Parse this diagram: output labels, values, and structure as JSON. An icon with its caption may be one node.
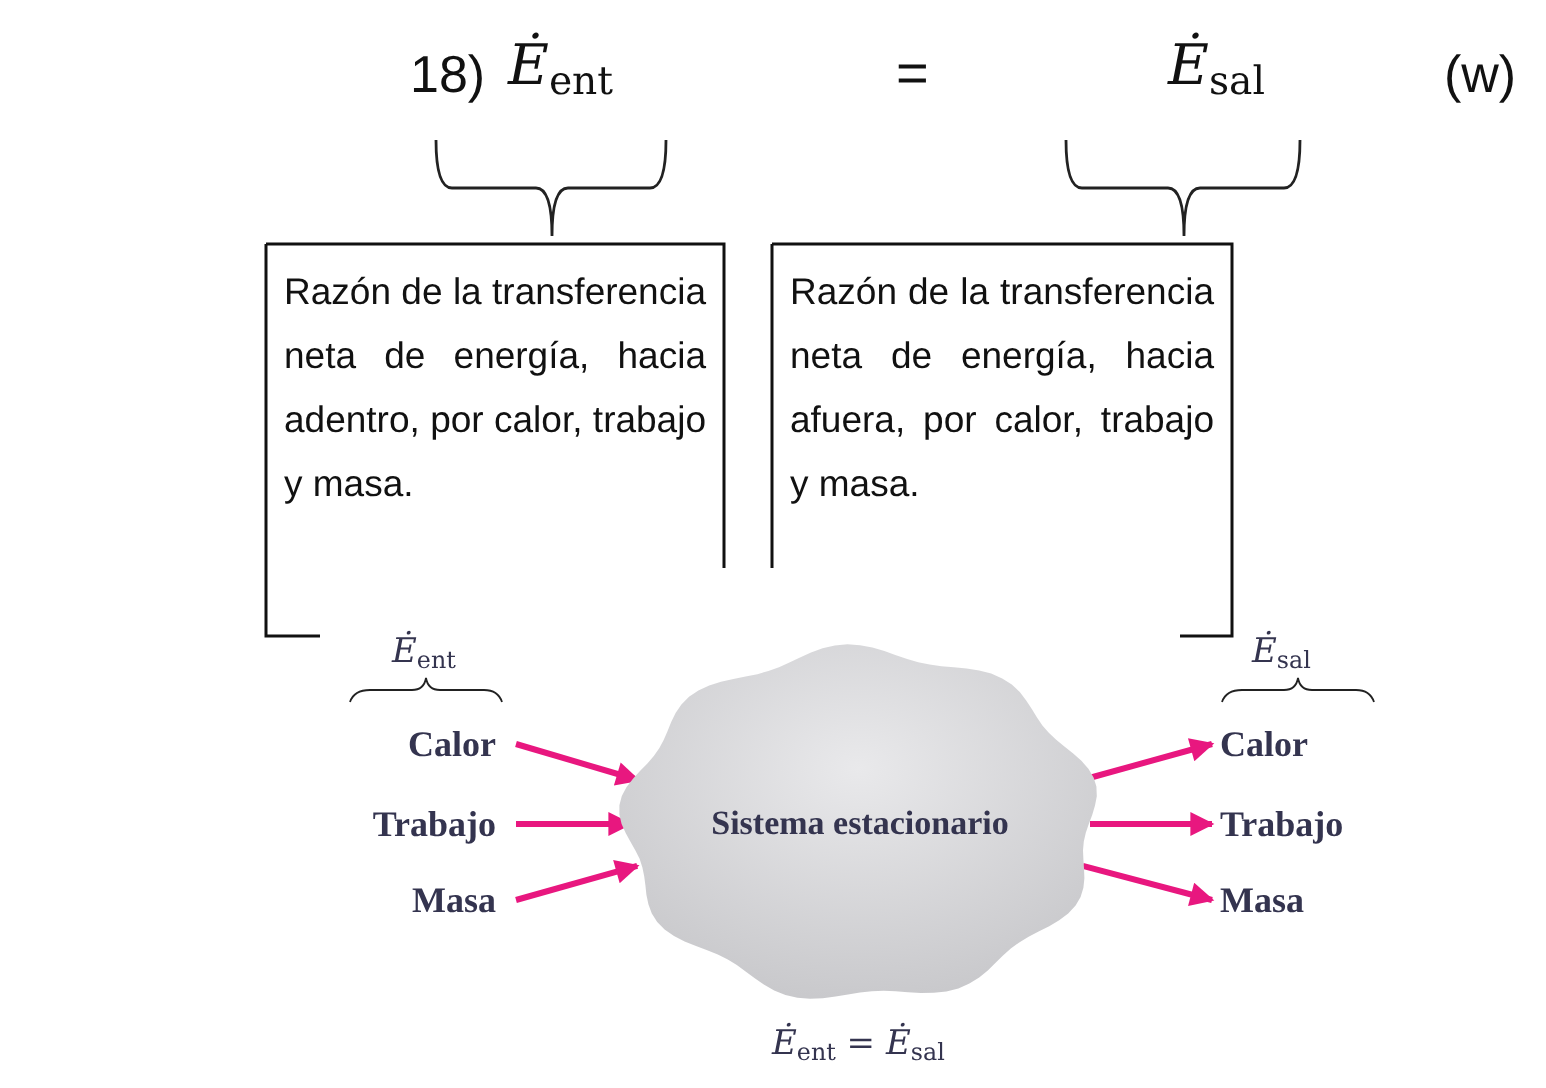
{
  "diagram": {
    "nodes": [
      {
        "text": [
          "Razón de la transferencia neta de energía, hacia adentro, por calor, trabajo y masa."
        ]
      },
      {
        "text": [
          "Razón de la transferencia neta de energía, hacia afuera, por calor, trabajo y masa."
        ]
      },
      {
        "text": [
          "Sistema estacionario"
        ]
      },
      {
        "text": [
          "Calor"
        ]
      },
      {
        "text": [
          "Trabajo"
        ]
      },
      {
        "text": [
          "Masa"
        ]
      },
      {
        "text": [
          "Calor"
        ]
      },
      {
        "text": [
          "Trabajo"
        ]
      },
      {
        "text": [
          "Masa"
        ]
      }
    ],
    "edges": [
      {
        "from": 3,
        "to": 2,
        "arrow": "to"
      },
      {
        "from": 4,
        "to": 2,
        "arrow": "to"
      },
      {
        "from": 5,
        "to": 2,
        "arrow": "to"
      },
      {
        "from": 2,
        "to": 6,
        "arrow": "to"
      },
      {
        "from": 2,
        "to": 7,
        "arrow": "to"
      },
      {
        "from": 2,
        "to": 8,
        "arrow": "to"
      }
    ],
    "labels": [
      "18)",
      "Ė$_{ent}$",
      "=",
      "Ė$_{sal}$",
      "(w)",
      "Ė$_{ent}$",
      "Ė$_{sal}$",
      "Ė$_{ent}$ = Ė$_{sal}$"
    ]
  }
}
